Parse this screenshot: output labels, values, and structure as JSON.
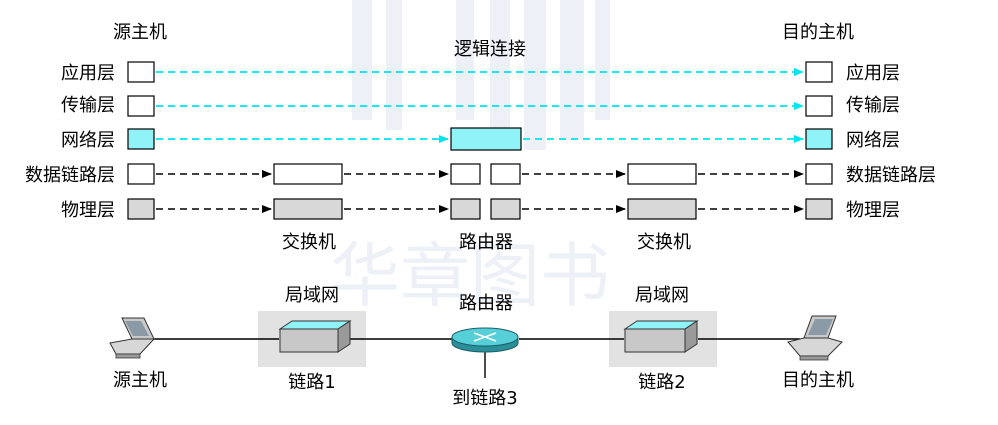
{
  "top": {
    "source_host": "源主机",
    "dest_host": "目的主机",
    "logical_connection": "逻辑连接",
    "left_layers": [
      "应用层",
      "传输层",
      "网络层",
      "数据链路层",
      "物理层"
    ],
    "right_layers": [
      "应用层",
      "传输层",
      "网络层",
      "数据链路层",
      "物理层"
    ],
    "left_switch": "交换机",
    "router": "路由器",
    "right_switch": "交换机"
  },
  "bottom": {
    "lan_left": "局域网",
    "router": "路由器",
    "lan_right": "局域网",
    "source_host": "源主机",
    "link1": "链路1",
    "link3": "到链路3",
    "link2": "链路2",
    "dest_host": "目的主机"
  },
  "watermark": "华章图书",
  "colors": {
    "logical_line": "#00e5ee",
    "network_fill": "#8ff3f7",
    "physical_fill": "#d8d8d8",
    "lan_bg": "#e2e2e2",
    "router_fill": "#56cfd8",
    "watermark": "#dfe6f1"
  }
}
